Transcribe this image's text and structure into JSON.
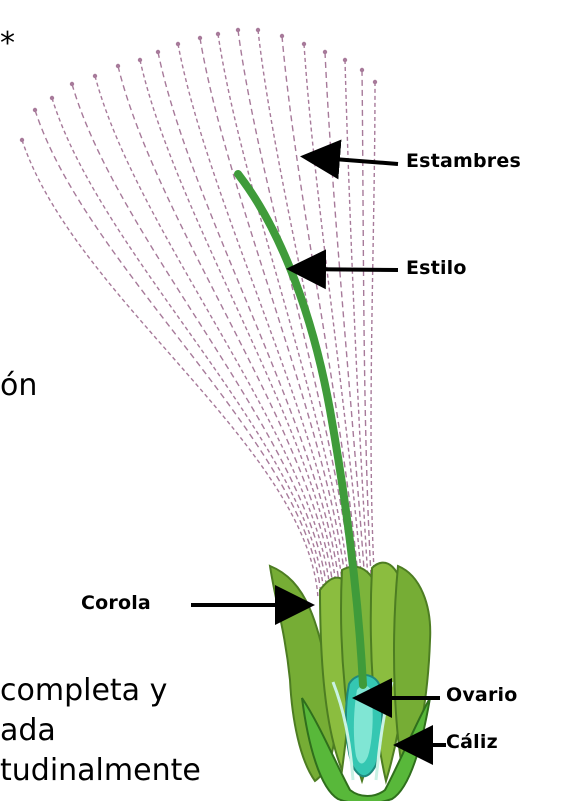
{
  "labels": {
    "estambres": "Estambres",
    "estilo": "Estilo",
    "corola": "Corola",
    "ovario": "Ovario",
    "caliz": "Cáliz"
  },
  "cut_text": {
    "top_fragment": "*",
    "mid_fragment": "ón",
    "caption_line1": "completa y",
    "caption_line2": "ada",
    "caption_line3": "tudinalmente"
  },
  "colors": {
    "stamen": "#a77a9a",
    "style": "#3f9b3a",
    "petal": "#7fb23a",
    "petal_dark": "#4d7d22",
    "ovary": "#35c7b2",
    "calyx": "#58b83a",
    "arrow": "#000000"
  }
}
